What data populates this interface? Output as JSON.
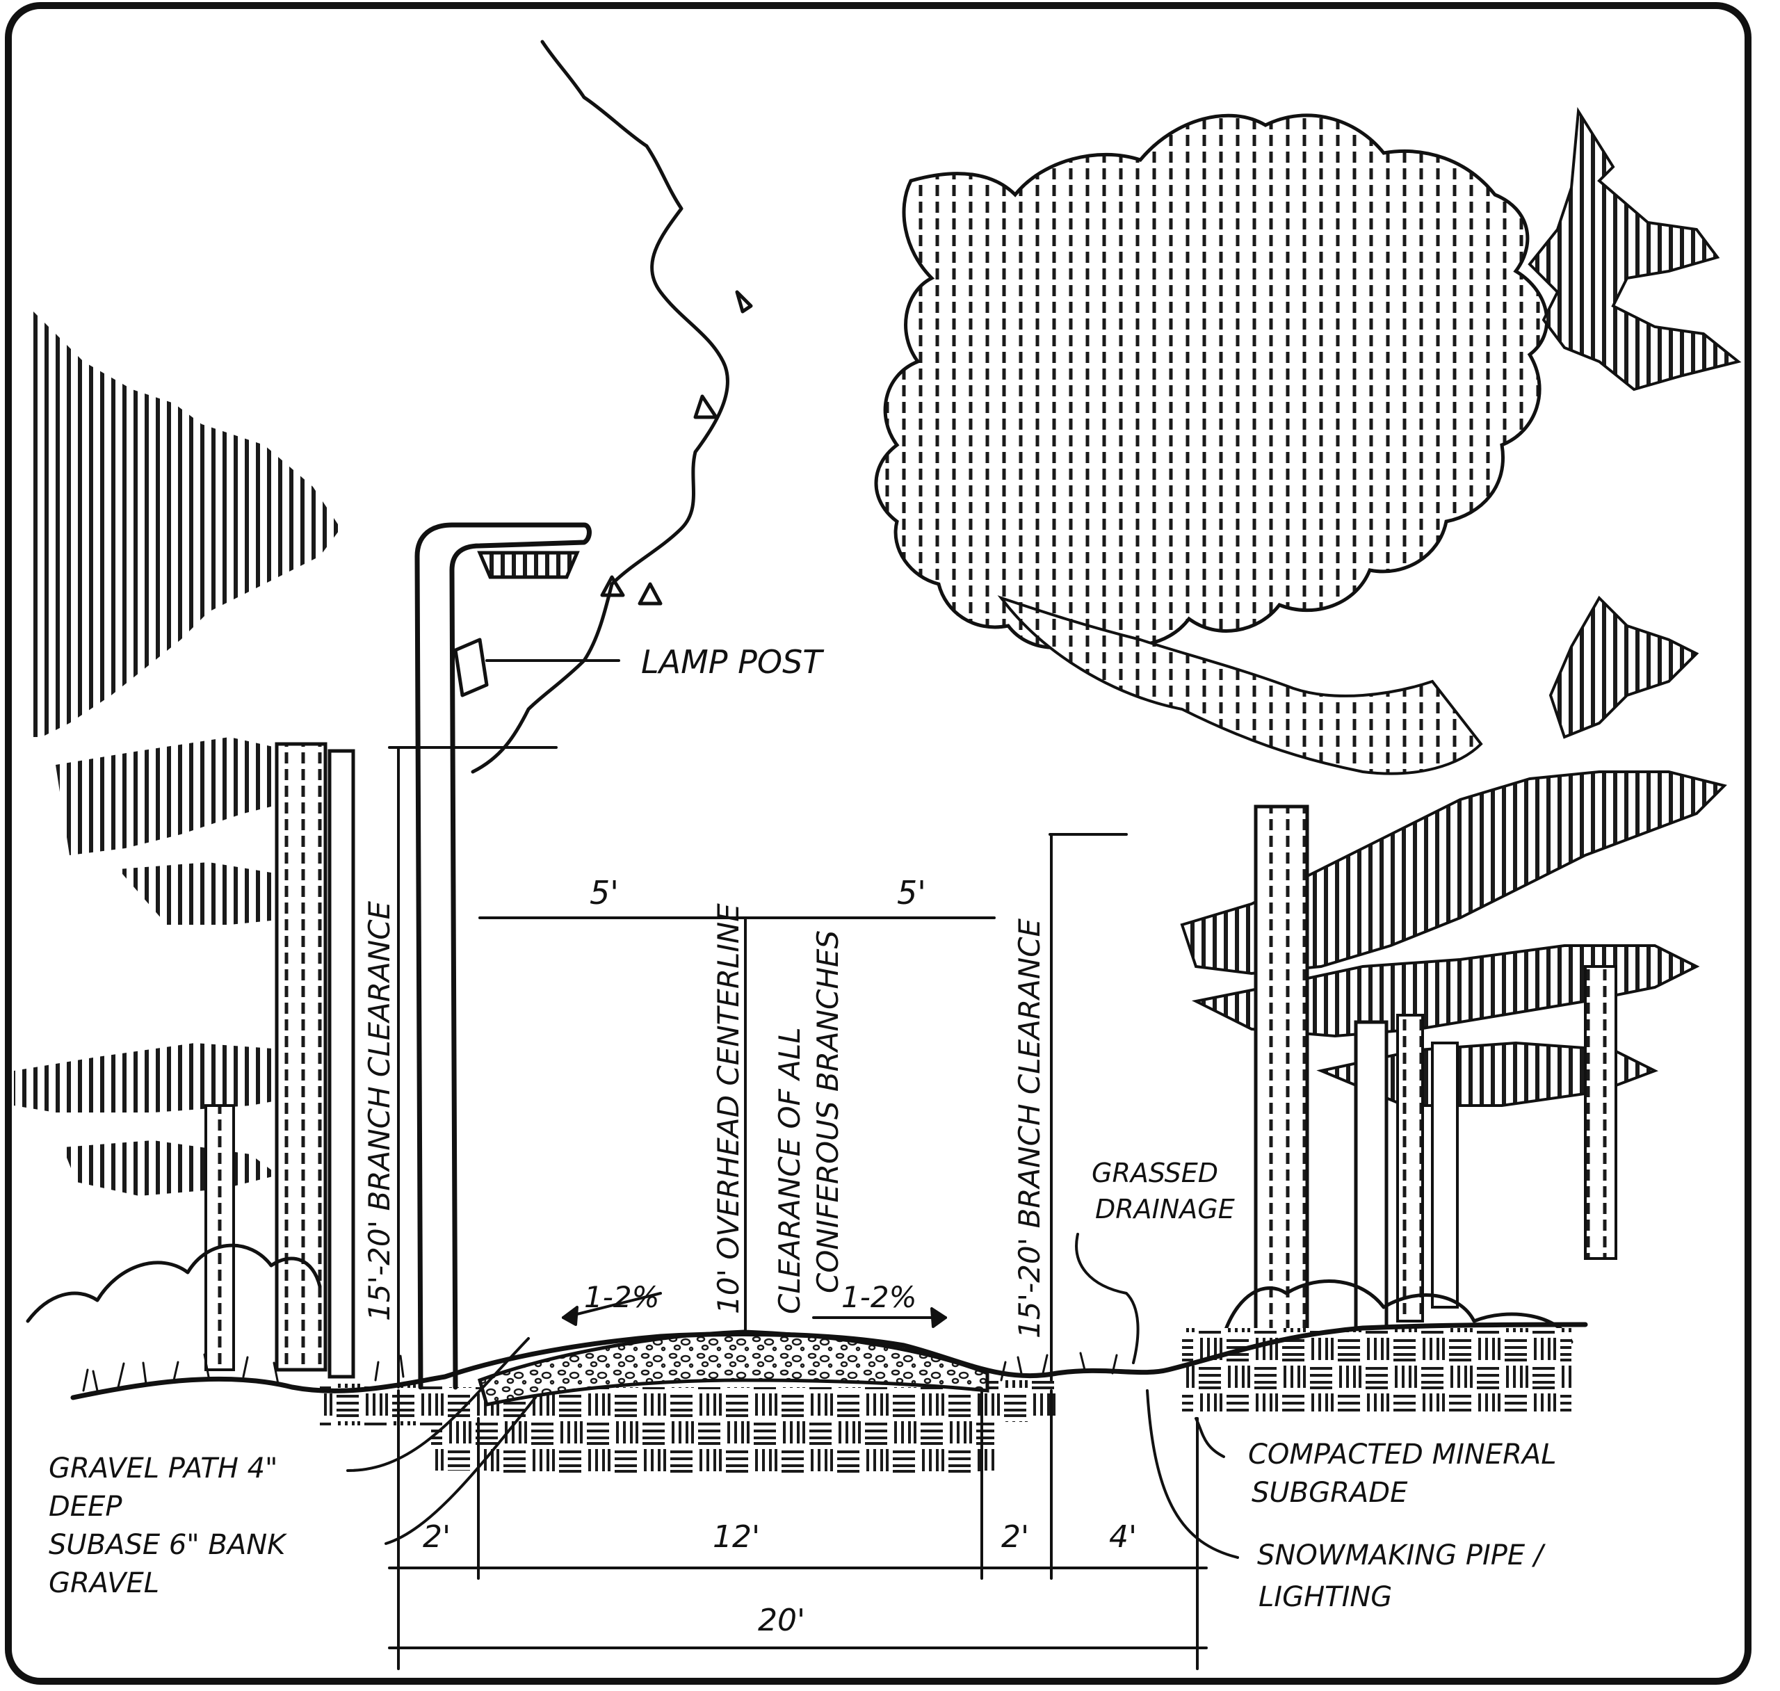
{
  "colors": {
    "ink": "#111111",
    "paper": "#ffffff",
    "hatch": "#1a1a1a"
  },
  "labels": {
    "lamp_post": "LAMP POST",
    "left_branch_clearance": "15'-20' BRANCH CLEARANCE",
    "right_branch_clearance": "15'-20' BRANCH CLEARANCE",
    "overhead_centerline": "10' OVERHEAD CENTERLINE",
    "coniferous_clearance_1": "CLEARANCE OF ALL",
    "coniferous_clearance_2": "CONIFEROUS BRANCHES",
    "grassed_drainage_1": "GRASSED",
    "grassed_drainage_2": "DRAINAGE",
    "gravel_path_1": "GRAVEL PATH 4\"",
    "gravel_path_2": "DEEP",
    "subbase_1": "SUBASE 6\" BANK",
    "subbase_2": "GRAVEL",
    "compacted_1": "COMPACTED MINERAL",
    "compacted_2": "SUBGRADE",
    "snowmaking_1": "SNOWMAKING PIPE /",
    "snowmaking_2": "LIGHTING"
  },
  "slopes": {
    "left": "1-2%",
    "right": "1-2%"
  },
  "dimensions": {
    "half_left": "5'",
    "half_right": "5'",
    "shoulder_left": "2'",
    "path": "12'",
    "shoulder_right": "2'",
    "drainage": "4'",
    "total": "20'"
  }
}
